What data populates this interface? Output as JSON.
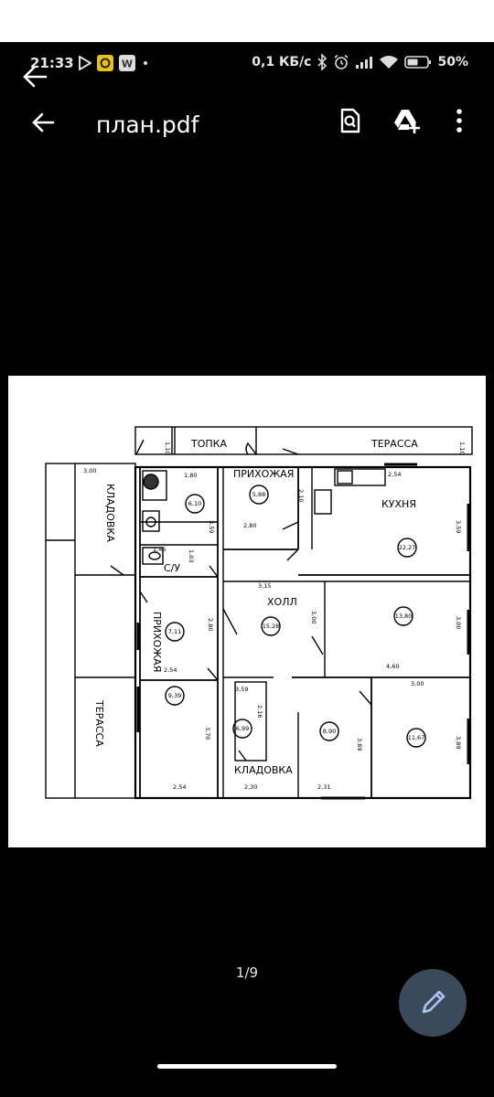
{
  "status_bar": {
    "time": "21:33",
    "network_speed": "0,1 КБ/с",
    "battery": "50%",
    "icons": [
      "play-icon",
      "notification-o-icon",
      "notification-w-icon",
      "dot-icon",
      "bluetooth-icon",
      "alarm-icon",
      "signal-icon",
      "wifi-icon",
      "battery-icon"
    ]
  },
  "app_bar": {
    "title": "план.pdf",
    "icons": [
      "back-arrow-icon",
      "search-document-icon",
      "drive-add-icon",
      "more-vert-icon"
    ]
  },
  "floor_plan": {
    "rooms": {
      "topka": "ТОПКА",
      "terrace_top": "ТЕРАССА",
      "hallway_top": "ПРИХОЖАЯ",
      "kitchen": "КУХНЯ",
      "storage_left": "КЛАДОВКА",
      "bathroom": "С/У",
      "hall": "ХОЛЛ",
      "hallway_left": "ПРИХОЖАЯ",
      "terrace_left": "ТЕРАССА",
      "storage_bottom": "КЛАДОВКА"
    },
    "areas": {
      "bath": "6,10",
      "hallway_top": "5,88",
      "kitchen": "22,27",
      "hall": "15,28",
      "room_right_mid": "13,80",
      "hallway_left": "7,11",
      "room_bottom_left": "9,39",
      "storage_bottom": "6,99",
      "room_bottom_mid": "8,90",
      "room_bottom_right": "11,67"
    },
    "dims": {
      "d_110_a": "1,10",
      "d_110_b": "1,10",
      "d_300_left": "3,00",
      "d_180": "1,80",
      "d_359_a": "3,59",
      "d_145": "1,45",
      "d_103": "1,03",
      "d_210": "2,10",
      "d_280_a": "2,80",
      "d_254_top": "2,54",
      "d_359_b": "3,59",
      "d_315": "3,15",
      "d_300_hall": "3,00",
      "d_300_right": "3,00",
      "d_460": "4,60",
      "d_280_b": "2,80",
      "d_254_mid": "2,54",
      "d_359_c": "3,59",
      "d_216": "2,16",
      "d_370": "3,70",
      "d_254_bot": "2,54",
      "d_230": "2,30",
      "d_231": "2,31",
      "d_389_a": "3,89",
      "d_300_br": "3,00",
      "d_389_b": "3,89"
    }
  },
  "page_indicator": "1/9",
  "fab": {
    "icon": "pencil-edit-icon"
  }
}
